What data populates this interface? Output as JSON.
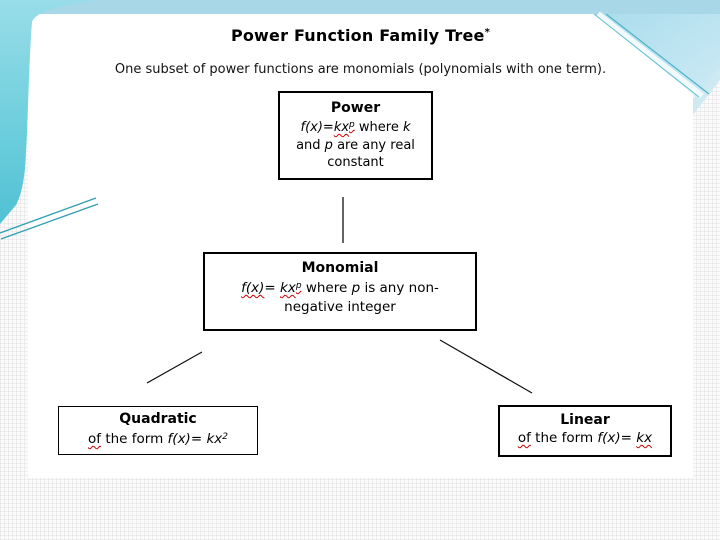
{
  "slide": {
    "title": "Power Function Family Tree",
    "title_mark": "*",
    "subtitle": "One subset of power functions are monomials (polynomials with one term).",
    "power": {
      "heading": "Power",
      "l1_fx": "f(x)=",
      "l1_kx": "kx",
      "l1_p": "p",
      "l1_where": " where ",
      "l1_k": "k",
      "l2_and": "and ",
      "l2_p": "p",
      "l2_rest": " are any real",
      "l3": "constant"
    },
    "monomial": {
      "heading": "Monomial",
      "l1_fx": "f(x)",
      "l1_eq": "= ",
      "l1_kx": "kx",
      "l1_p": "p",
      "l1_where": " where ",
      "l1_p2": "p",
      "l1_rest": " is any non-",
      "l2": "negative integer"
    },
    "quadratic": {
      "heading": "Quadratic",
      "of": "of",
      "form": " the form ",
      "fx": "f(x)= ",
      "kx": "kx",
      "sup": "2"
    },
    "linear": {
      "heading": "Linear",
      "of": "of",
      "form": " the form ",
      "fx": "f(x)= ",
      "kx": "kx"
    }
  },
  "colors": {
    "slide_background": "#ffffff",
    "top_band_blue": "#a8d8e8",
    "swoosh_cyan_light": "#98dde9",
    "swoosh_cyan_deep": "#50c1d4",
    "swoosh_line_teal": "#2f9fb3",
    "corner_blue_light": "#cdeaf5",
    "box_border": "#000000",
    "connector_line": "#111111",
    "spellcheck_red": "#cc0000",
    "text": "#000000"
  }
}
